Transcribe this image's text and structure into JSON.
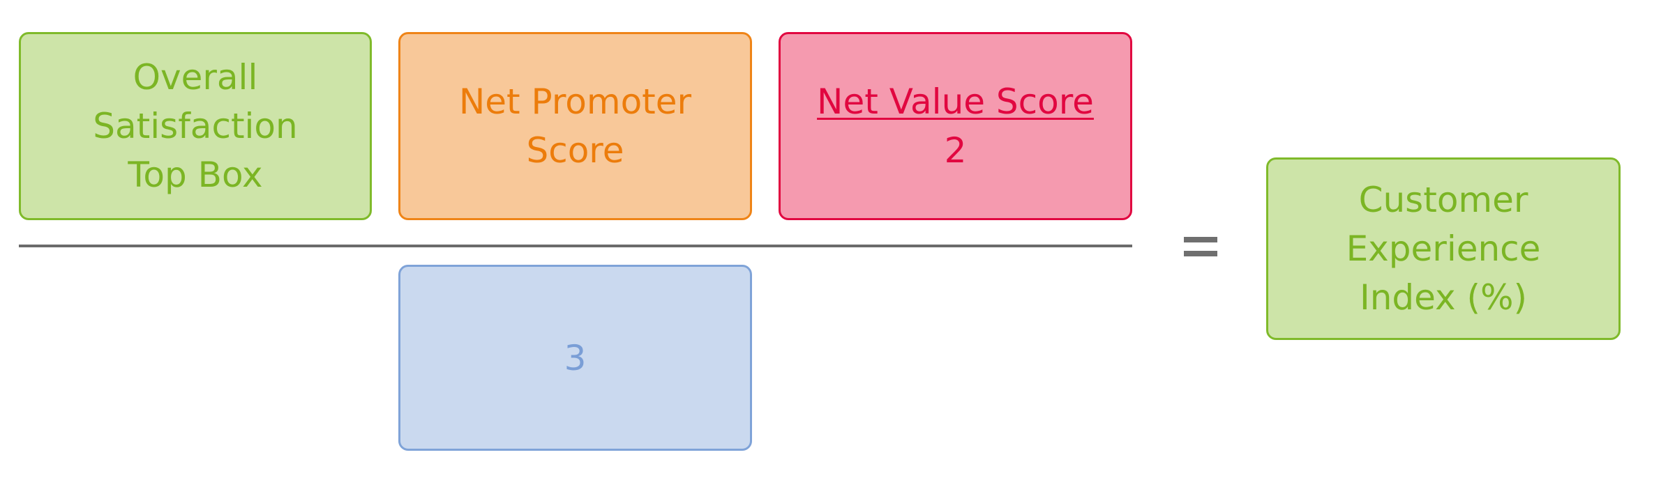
{
  "numerator": {
    "overall_satisfaction": [
      "Overall",
      "Satisfaction",
      "Top Box"
    ],
    "net_promoter": [
      "Net Promoter",
      "Score"
    ],
    "net_value": [
      "Net Value Score",
      "2"
    ]
  },
  "denominator": {
    "value": "3"
  },
  "result": [
    "Customer",
    "Experience",
    "Index (%)"
  ],
  "colors": {
    "green_fill": "#cde4a8",
    "green_text": "#7bb524",
    "orange_fill": "#f8c899",
    "orange_text": "#ec7c0b",
    "pink_fill": "#f59aaf",
    "pink_text": "#e10740",
    "blue_fill": "#cad9ef",
    "blue_text": "#7a9ed6",
    "operator": "#6b6b6b"
  }
}
